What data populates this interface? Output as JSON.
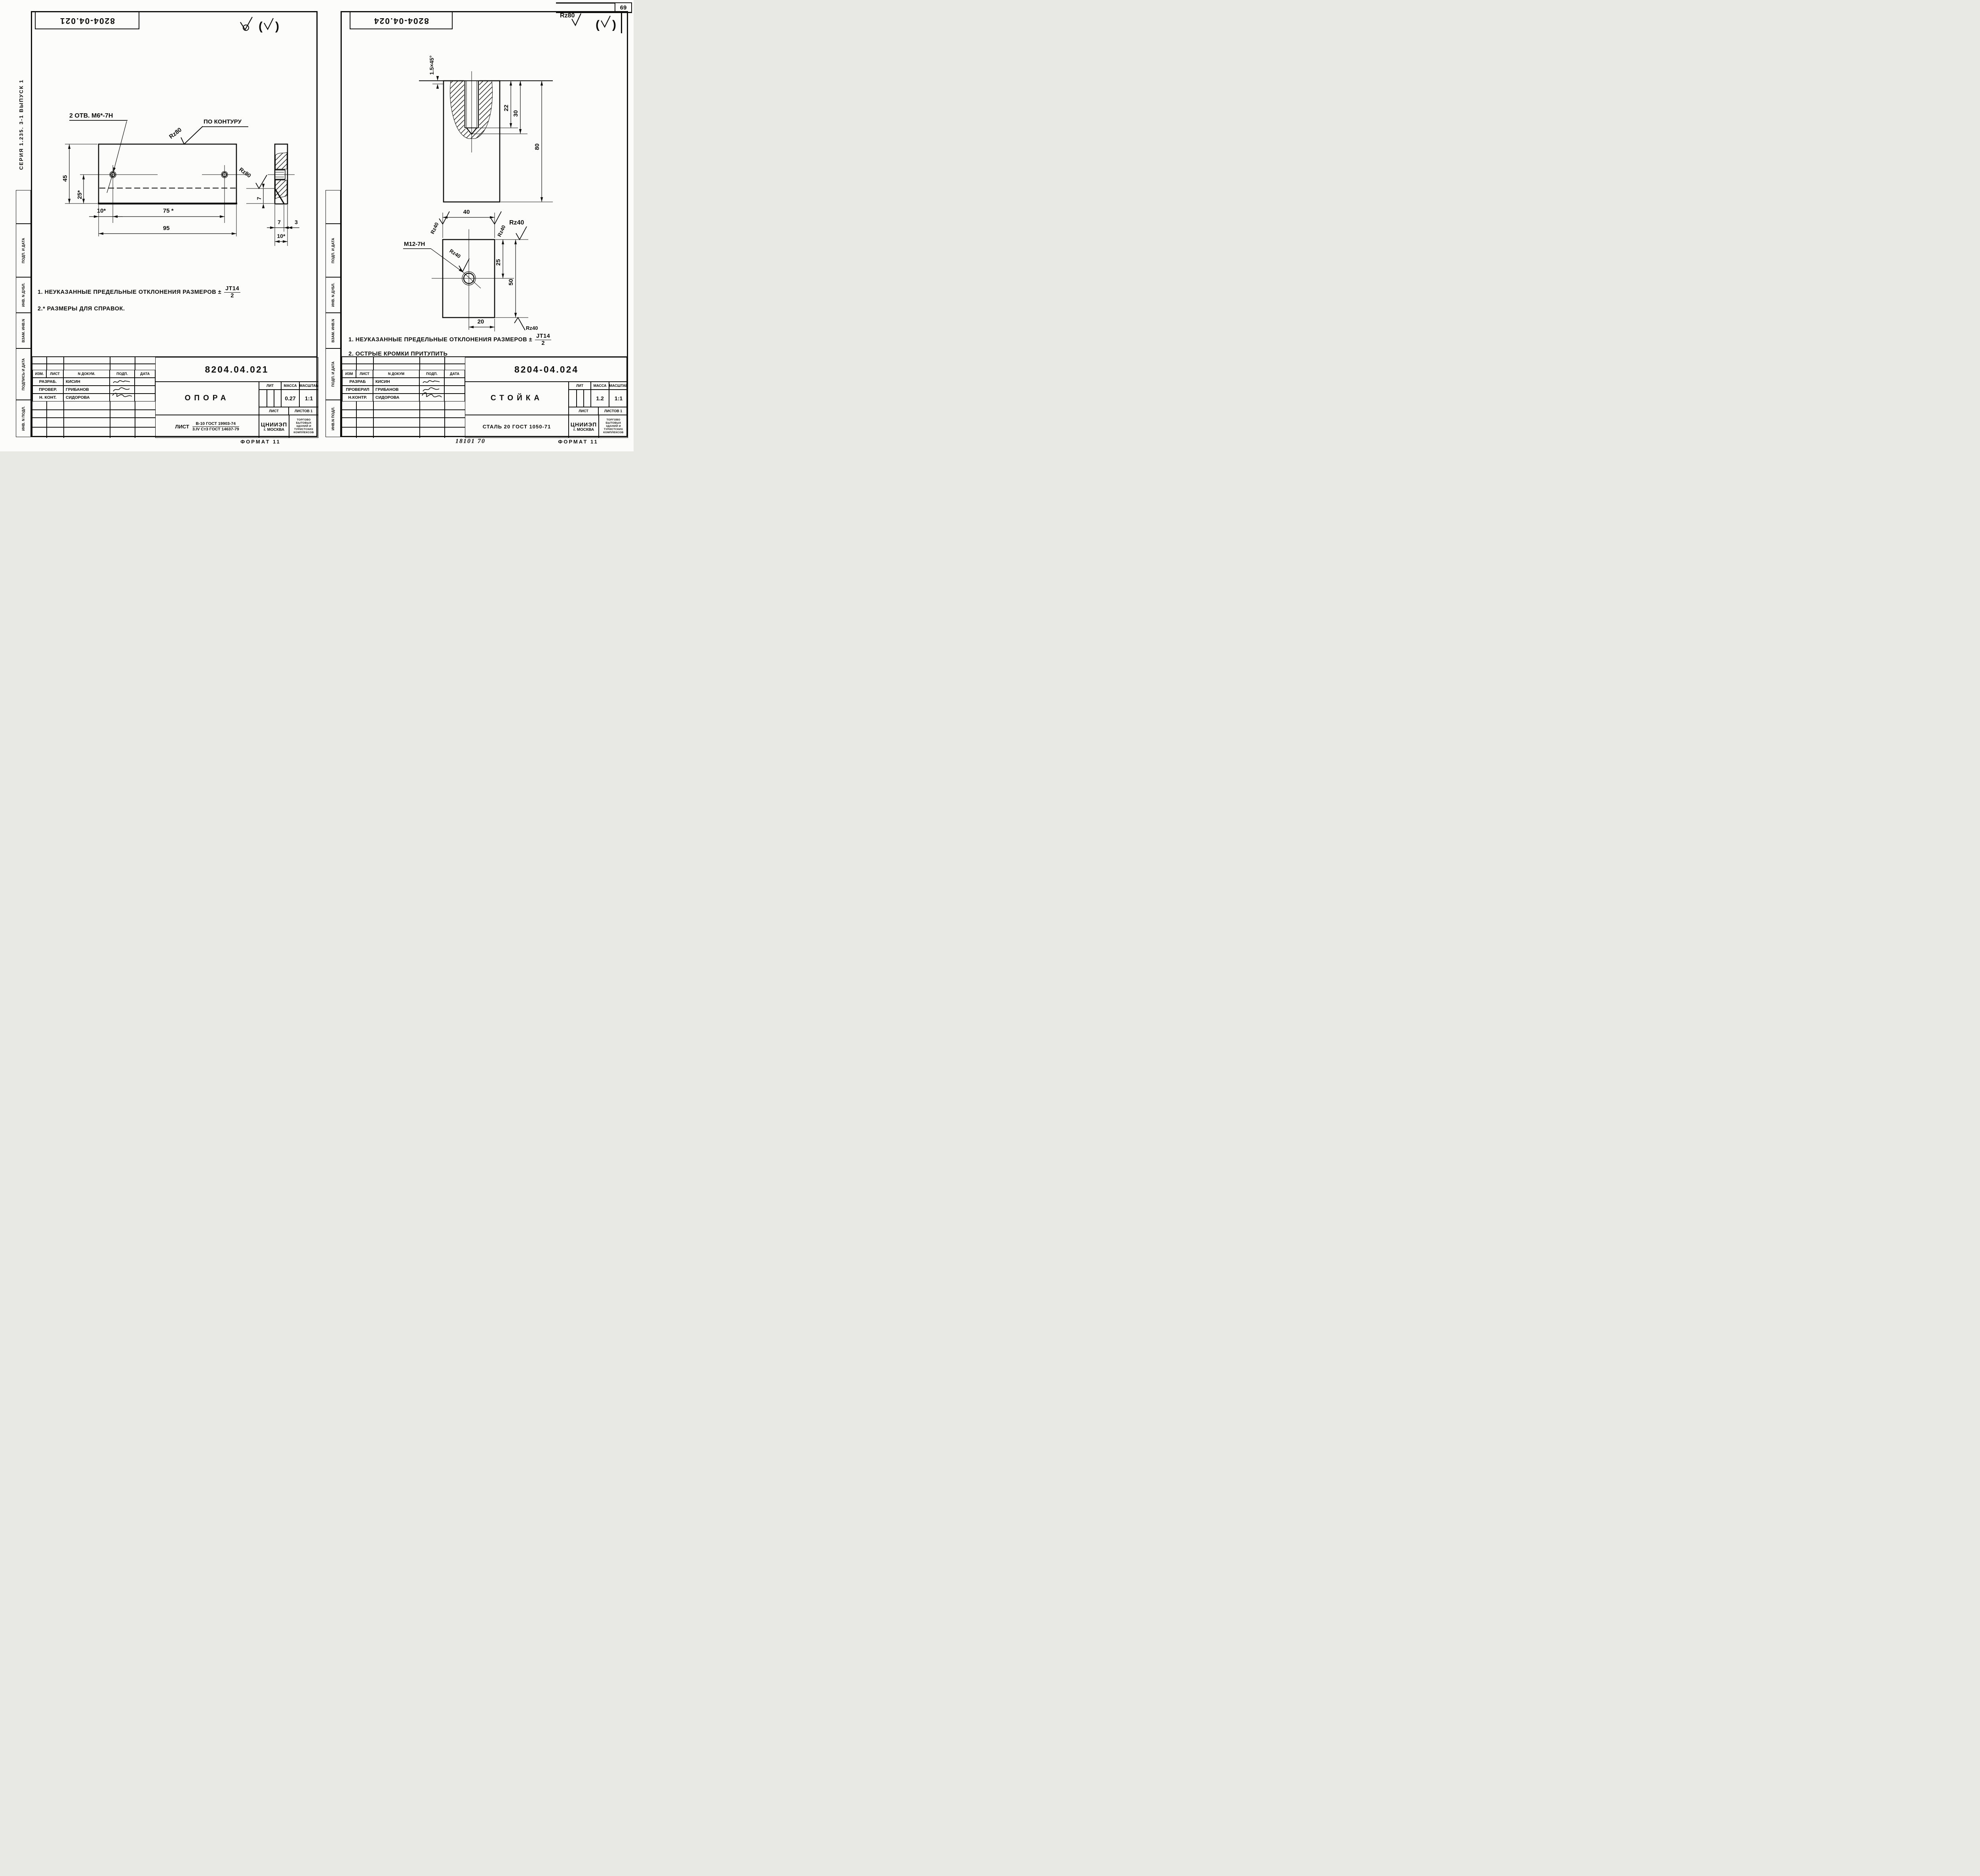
{
  "page": {
    "number": "69",
    "handwritten_number": "18101  70"
  },
  "left": {
    "stamp": "8204-04.021",
    "series": "СЕРИЯ  1.235. 3-1   ВЫПУСК  1",
    "sidebar": [
      "ПОДП. И ДАТА",
      "ИНВ. N ДУБЛ.",
      "ВЗАМ. ИНВ.N",
      "ПОДПИСЬ И ДАТА",
      "ИНВ. N ПОДЛ."
    ],
    "drawing": {
      "hole_label": "2 ОТВ. М6*-7Н",
      "rz_contour": "Rz80",
      "contour_label": "ПО КОНТУРУ",
      "rz_side": "Rz80",
      "dim_45": "45",
      "dim_25": "25*",
      "dim_10": "10*",
      "dim_75": "75 *",
      "dim_95": "95",
      "dim_7v": "7",
      "dim_7h": "7",
      "dim_3": "3",
      "dim_10s": "10*"
    },
    "notes": {
      "n1": "1. НЕУКАЗАННЫЕ  ПРЕДЕЛЬНЫЕ  ОТКЛОНЕНИЯ  РАЗМЕРОВ  ±",
      "n1_num": "JT14",
      "n1_den": "2",
      "n2": "2.* РАЗМЕРЫ   ДЛЯ   СПРАВОК."
    },
    "tb": {
      "doc_number": "8204.04.021",
      "part_name": "ОПОРА",
      "col_izm": "ИЗМ.",
      "col_list": "ЛИСТ",
      "col_ndoc": "N ДОКУМ.",
      "col_podp": "ПОДП.",
      "col_data": "ДАТА",
      "rows": [
        {
          "role": "РАЗРАБ.",
          "name": "КИСИН"
        },
        {
          "role": "ПРОВЕР.",
          "name": "ГРИБАНОВ"
        },
        {
          "role": "Н. КОНТ.",
          "name": "СИДОРОВА"
        }
      ],
      "lit": "ЛИТ",
      "massa": "МАССА",
      "masshtab": "МАСШТАБ",
      "massa_value": "0.27",
      "masshtab_value": "1:1",
      "list_label": "ЛИСТ",
      "listov_label": "ЛИСТОВ 1",
      "material_label": "ЛИСТ",
      "material_num": "В-10 ГОСТ 19903-74",
      "material_den": "3.IV Ст3 ГОСТ 14637-79",
      "org_name": "ЦНИИЭП",
      "org_city": "г. МОСКВА",
      "org_desc": "ТОРГОВО БЫТОВЫХ ЗДАНИЙ И ТУРИСТСКИХ КОМПЛЕКСОВ",
      "format_label": "ФОРМАТ 11"
    }
  },
  "right": {
    "stamp": "8204-04.024",
    "rz_top": "Rz80",
    "sidebar": [
      "ПОДП. И ДАТА",
      "ИНВ. N ДУБЛ.",
      "ВЗАМ. ИНВ.N",
      "ПОДП. И ДАТА",
      "ИНВ.N ПОДЛ."
    ],
    "drawing": {
      "chamfer": "1.5×45°",
      "dim_22": "22",
      "dim_30": "30",
      "dim_80": "80",
      "dim_40": "40",
      "dim_25": "25",
      "dim_50": "50",
      "dim_20": "20",
      "thread_label": "М12-7Н",
      "rz40": "Rz40"
    },
    "notes": {
      "n1": "1. НЕУКАЗАННЫЕ ПРЕДЕЛЬНЫЕ ОТКЛОНЕНИЯ  РАЗМЕРОВ ±",
      "n1_num": "JT14",
      "n1_den": "2",
      "n2": "2. ОСТРЫЕ   КРОМКИ   ПРИТУПИТЬ"
    },
    "tb": {
      "doc_number": "8204-04.024",
      "part_name": "СТОЙКА",
      "col_izm": "ИЗМ",
      "col_list": "ЛИСТ",
      "col_ndoc": "N ДОКУМ",
      "col_podp": "ПОДП.",
      "col_data": "ДАТА",
      "rows": [
        {
          "role": "РАЗРАБ",
          "name": "КИСИН"
        },
        {
          "role": "ПРОВЕРИЛ",
          "name": "ГРИБАНОВ"
        },
        {
          "role": "Н.КОНТР.",
          "name": "СИДОРОВА"
        }
      ],
      "lit": "ЛИТ",
      "massa": "МАССА",
      "masshtab": "МАСШТАБ",
      "massa_value": "1.2",
      "masshtab_value": "1:1",
      "list_label": "ЛИСТ",
      "listov_label": "ЛИСТОВ 1",
      "material": "СТАЛЬ 20 ГОСТ 1050-71",
      "org_name": "ЦНИИЭП",
      "org_city": "г. МОСКВА",
      "org_desc": "ТОРГОВО БЫТОВЫХ ЗДАНИЙ И ТУРИСТСКИХ КОМПЛЕКСОВ",
      "format_label": "ФОРМАТ 11"
    }
  }
}
